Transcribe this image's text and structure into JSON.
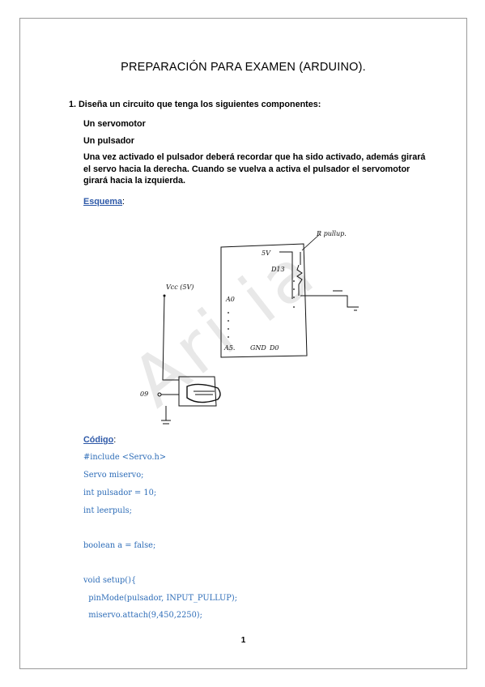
{
  "doc": {
    "title": "PREPARACIÓN PARA EXAMEN (ARDUINO).",
    "question": "1. Diseña un circuito que tenga los siguientes componentes:",
    "components": [
      "Un servomotor",
      "Un pulsador"
    ],
    "paragraph": "Una vez activado el pulsador deberá recordar que ha sido activado, además girará el servo hacia la derecha. Cuando se vuelva a activa el pulsador el servomotor girará hacia la izquierda.",
    "schema_label": "Esquema",
    "schema_colon": ":",
    "code_label": "Código",
    "code_colon": ":",
    "code_lines": [
      "#include <Servo.h>",
      "Servo miservo;",
      "int pulsador = 10;",
      "int leerpuls;",
      "boolean a = false;",
      "void setup(){",
      "  pinMode(pulsador, INPUT_PULLUP);",
      "  miservo.attach(9,450,2250);"
    ],
    "page_number": "1",
    "watermark": "Ari  ia"
  },
  "sketch": {
    "vcc": "Vcc (5V)",
    "rpullup": "R pullup.",
    "five_v": "5V",
    "d13": "D13",
    "a0": "A0",
    "a5": "A5.",
    "gnd": "GND",
    "d0": "D0",
    "pin9": "09"
  }
}
